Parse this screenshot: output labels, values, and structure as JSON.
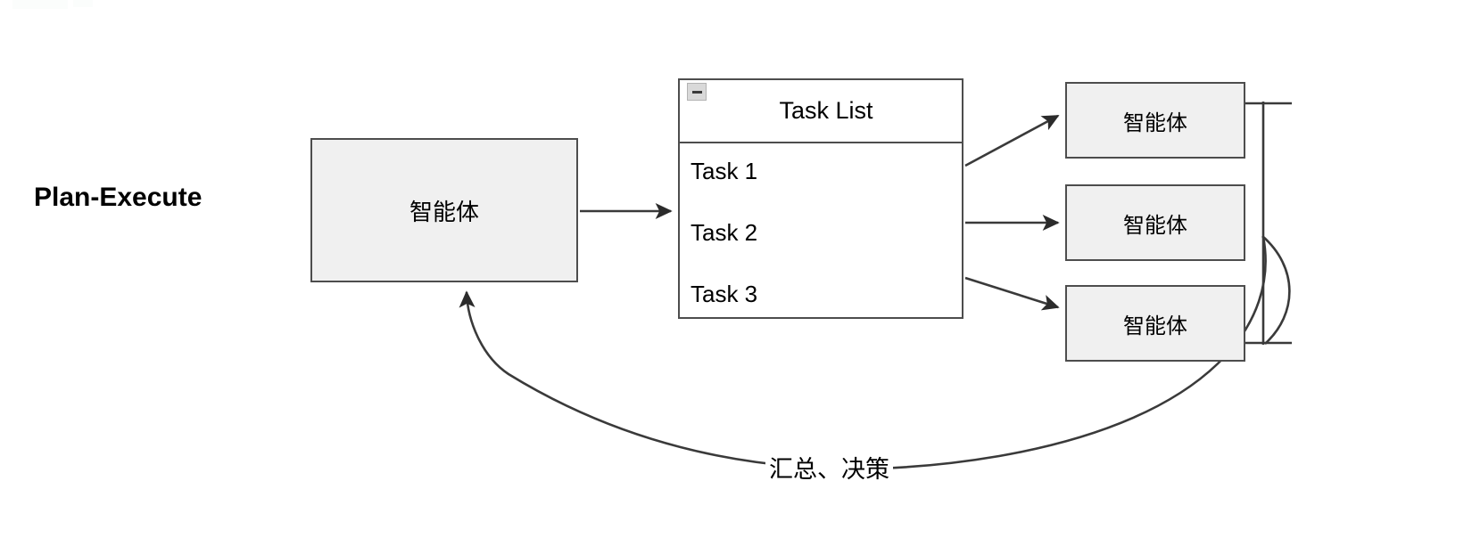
{
  "diagram": {
    "title": "Plan-Execute",
    "planner": {
      "label": "智能体"
    },
    "task_list": {
      "header_title": "Task List",
      "collapse_icon": "minimize-icon",
      "tasks": [
        {
          "label": "Task 1"
        },
        {
          "label": "Task 2"
        },
        {
          "label": "Task 3"
        }
      ]
    },
    "executors": [
      {
        "label": "智能体"
      },
      {
        "label": "智能体"
      },
      {
        "label": "智能体"
      }
    ],
    "feedback_edge": {
      "label": "汇总、决策"
    },
    "colors": {
      "node_fill": "#f0f0f0",
      "node_border": "#4d4d4d",
      "panel_fill": "#ffffff",
      "edge_stroke": "#3a3a3a",
      "text": "#000000",
      "background": "#ffffff"
    }
  }
}
